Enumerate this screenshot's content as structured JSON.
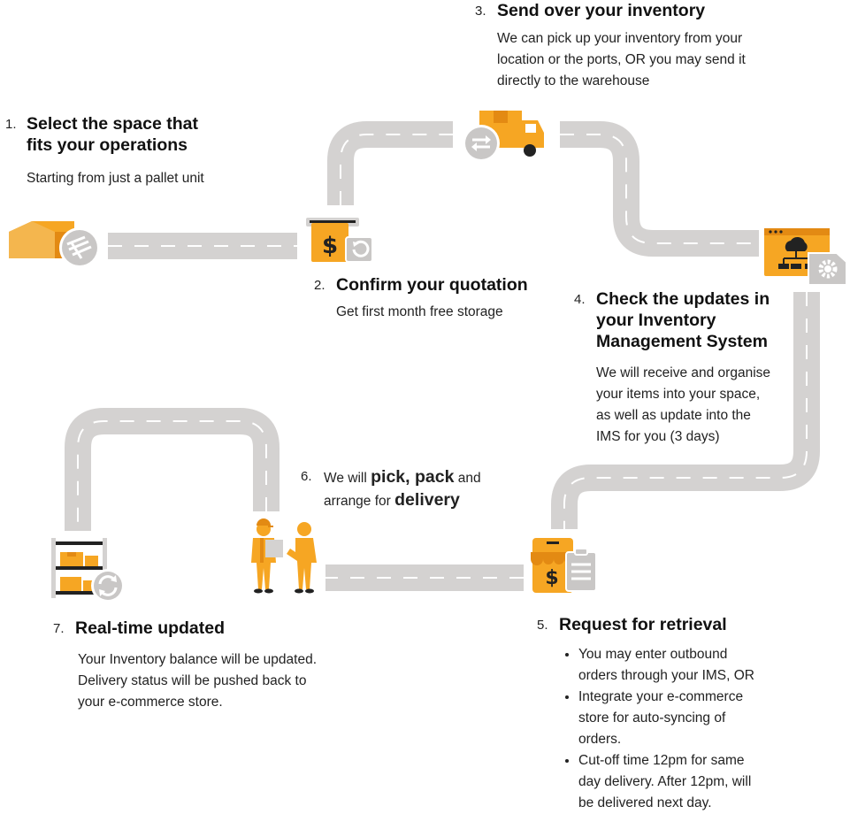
{
  "colors": {
    "road": "#d4d2d1",
    "road_dash": "#ffffff",
    "orange": "#f6a623",
    "orange_dark": "#e38a13",
    "icon_gray": "#d4d2d1",
    "ink": "#222222"
  },
  "steps": [
    {
      "num": "1.",
      "title_line1": "Select the space that",
      "title_line2": "fits your operations",
      "desc": "Starting from just a pallet unit",
      "icon": "warehouse-pallet-icon"
    },
    {
      "num": "2.",
      "title": "Confirm your quotation",
      "desc": "Get first month free storage",
      "icon": "quotation-dollar-icon"
    },
    {
      "num": "3.",
      "title": "Send over your inventory",
      "desc_lines": [
        "We can pick up your inventory from your",
        "location or the ports, OR you may send it",
        "directly to the warehouse"
      ],
      "icon": "delivery-truck-icon"
    },
    {
      "num": "4.",
      "title_lines": [
        "Check the updates in",
        "your Inventory",
        "Management System"
      ],
      "desc_lines": [
        "We will receive and organise",
        "your items into your space,",
        "as well as update into the",
        "IMS for you (3 days)"
      ],
      "icon": "cloud-system-icon"
    },
    {
      "num": "5.",
      "title": "Request for retrieval",
      "bullets": [
        [
          "You may enter outbound",
          "orders through your IMS, OR"
        ],
        [
          "Integrate your e-commerce",
          "store for auto-syncing of",
          "orders."
        ],
        [
          "Cut-off time 12pm for same",
          "day delivery. After 12pm, will",
          "be delivered next day."
        ]
      ],
      "icon": "store-clipboard-icon"
    },
    {
      "num": "6.",
      "p1": "We will ",
      "b1": "pick, pack",
      "p2": " and",
      "p3": "arrange for ",
      "b2": "delivery",
      "icon": "workers-handover-icon"
    },
    {
      "num": "7.",
      "title": "Real-time updated",
      "desc_lines": [
        "Your Inventory balance will be updated.",
        "Delivery status will be pushed back to",
        "your e-commerce store."
      ],
      "icon": "shelf-sync-icon"
    }
  ]
}
